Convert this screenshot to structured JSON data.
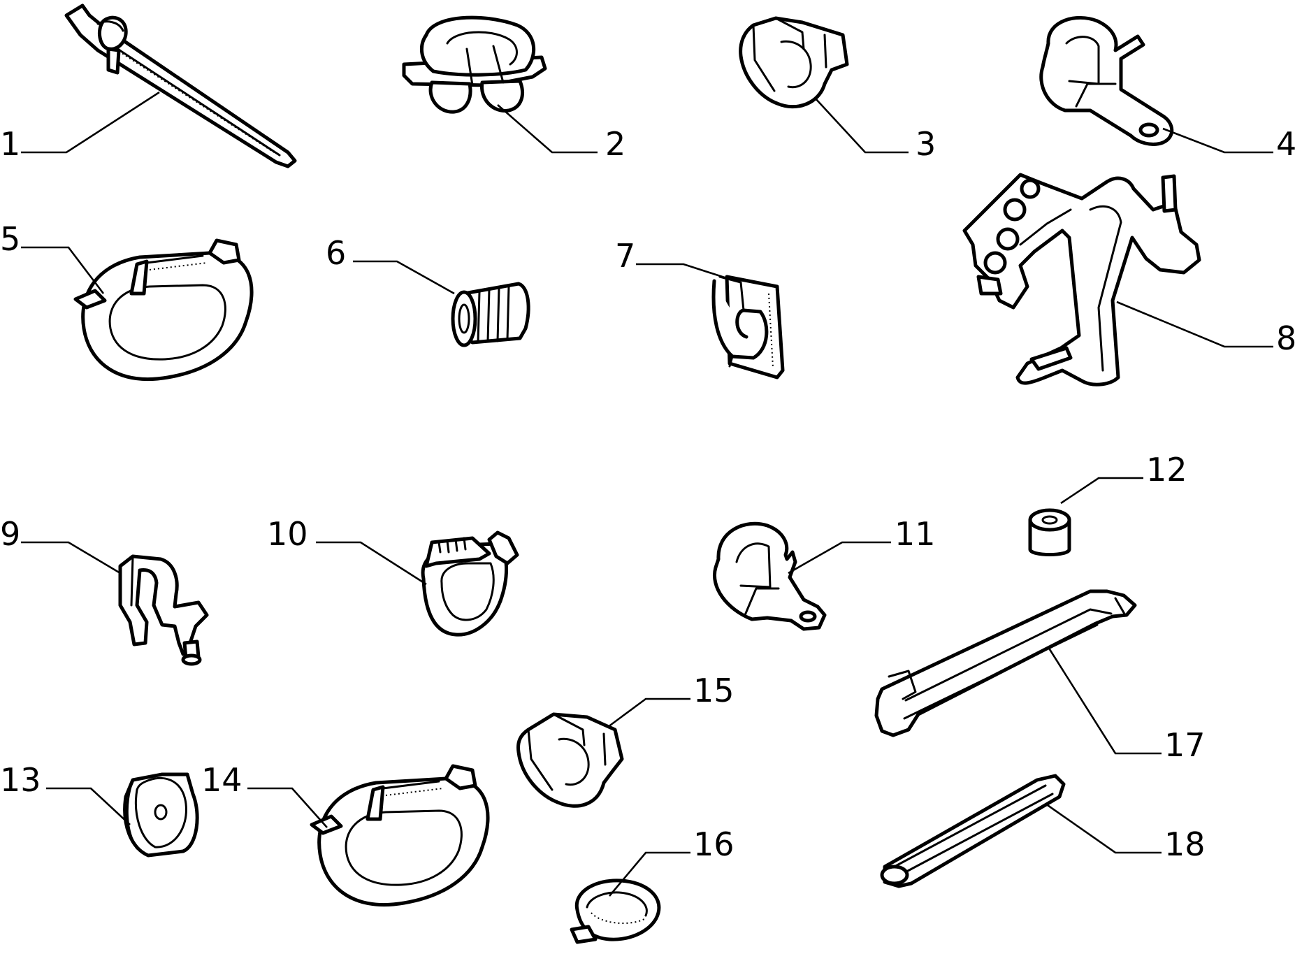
{
  "labels": [
    "1",
    "2",
    "3",
    "4",
    "5",
    "6",
    "7",
    "8",
    "9",
    "10",
    "11",
    "12",
    "13",
    "14",
    "15",
    "16",
    "17",
    "18"
  ],
  "colors": {
    "line": "#000000",
    "background": "#ffffff"
  }
}
